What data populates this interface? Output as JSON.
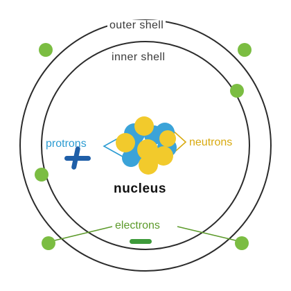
{
  "labels": {
    "outer_shell": "outer shell",
    "inner_shell": "inner shell",
    "protons": "protrons",
    "neutrons": "neutrons",
    "nucleus": "nucleus",
    "electrons": "electrons"
  },
  "signs": {
    "proton_sign": "+",
    "electron_sign": "−"
  },
  "colors": {
    "shell_stroke": "#2b2b2b",
    "proton": "#3ba3d8",
    "neutron": "#f2ca2c",
    "electron": "#7bbd42",
    "proton_label": "#2a9bd2",
    "neutron_label": "#d8a90e",
    "electron_label": "#5c9a2a",
    "plus_sign": "#1f5fa8",
    "minus_sign": "#3d9a3a"
  }
}
